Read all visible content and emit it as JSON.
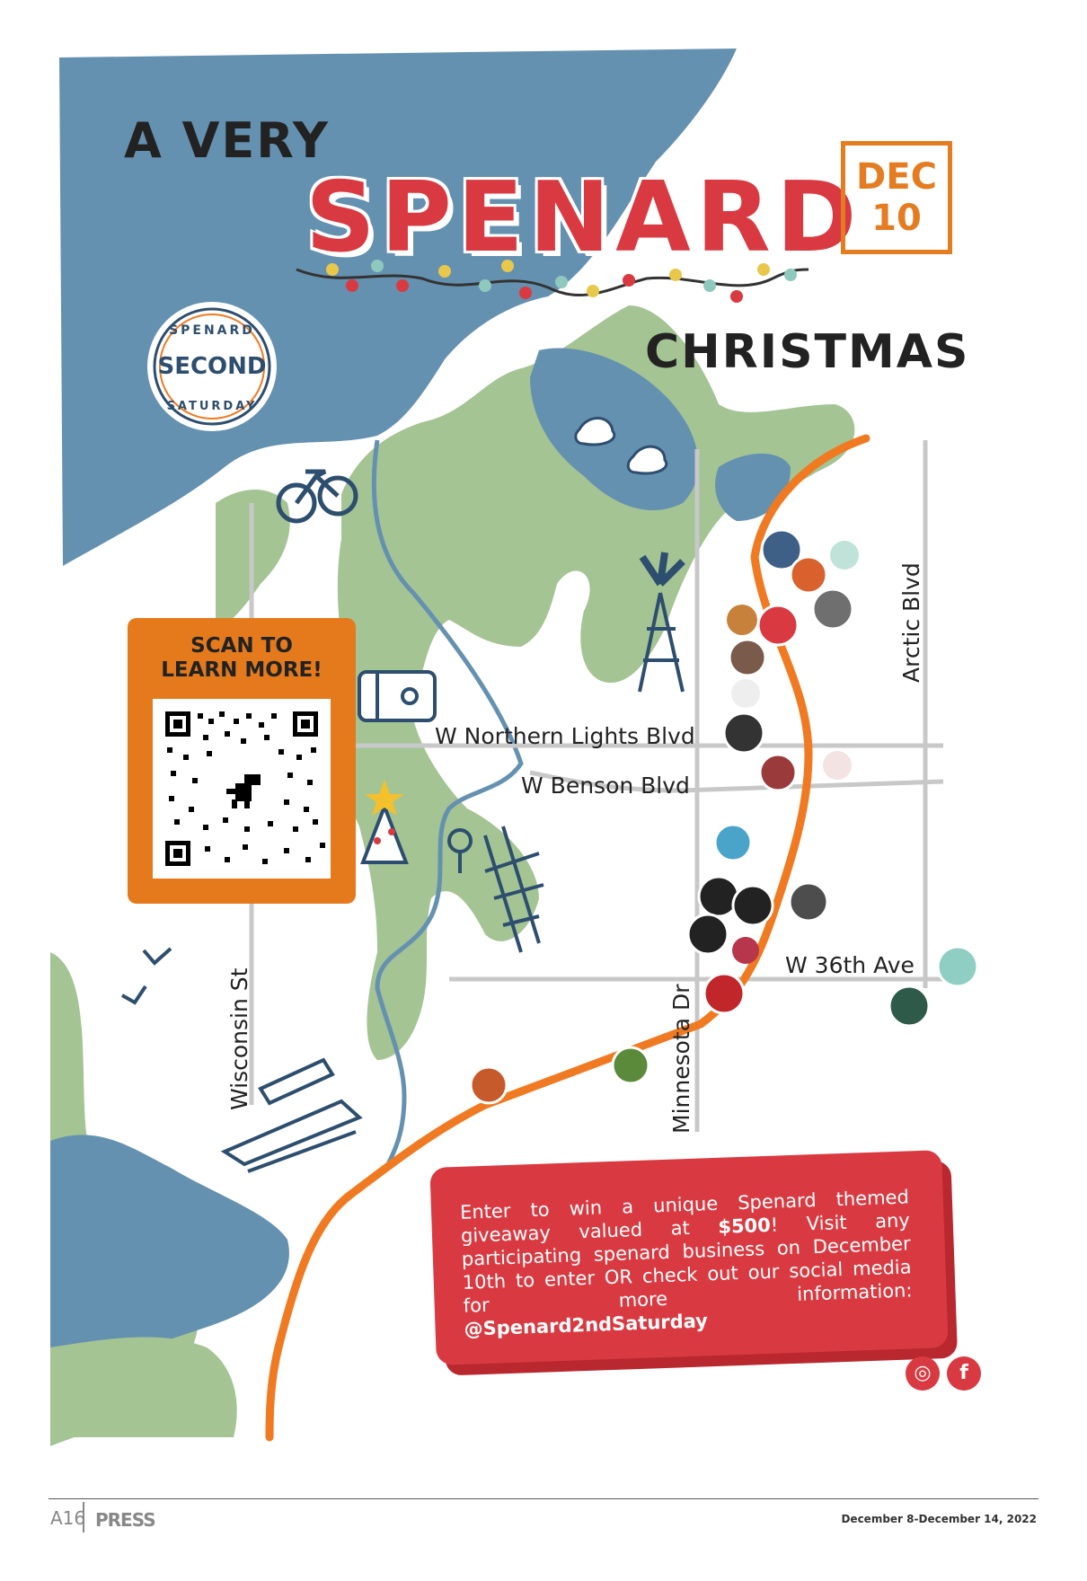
{
  "headline": {
    "line1": "A VERY",
    "line2": "SPENARD",
    "line3": "CHRISTMAS"
  },
  "date_badge": {
    "month": "DEC",
    "day": "10"
  },
  "logo": {
    "top_text": "SPENARD",
    "center_text": "SECOND",
    "bottom_text": "SATURDAY"
  },
  "streets": {
    "northern_lights": "W Northern Lights Blvd",
    "benson": "W Benson Blvd",
    "w36th": "W 36th Ave",
    "arctic": "Arctic Blvd",
    "minnesota": "Minnesota Dr",
    "wisconsin": "Wisconsin St"
  },
  "scan_card": {
    "title": "SCAN TO\nLEARN MORE!"
  },
  "promo": {
    "text_before": "Enter to win a unique Spenard themed giveaway valued at ",
    "amount": "$500",
    "text_after": "! Visit any participating spenard business on December 10th to enter OR check out our social media for more information: ",
    "handle": "@Spenard2ndSaturday"
  },
  "social": {
    "instagram_icon": "instagram-icon",
    "facebook_icon": "facebook-icon"
  },
  "footer": {
    "page": "A16",
    "paper": "PRESS",
    "date_range": "December 8-December 14, 2022"
  },
  "colors": {
    "water": "#6591b0",
    "land": "#a4c494",
    "road_main": "#ef7a22",
    "street": "#c8c8c8",
    "accent_red": "#d93a41",
    "accent_orange": "#e47c22",
    "dark_blue": "#2d4e6e"
  }
}
